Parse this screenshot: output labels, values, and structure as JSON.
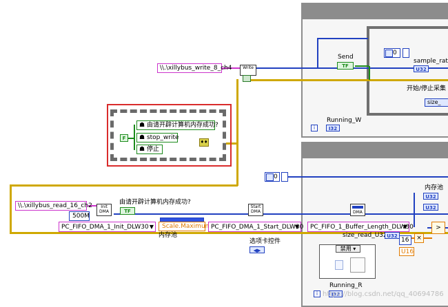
{
  "paths": {
    "write_path": "\\\\.\\xillybus_write_8_ch4",
    "read_path": "\\\\.\\xillybus_read_16_ch2"
  },
  "labels": {
    "send": "Send",
    "sample_rate": "sample_rate",
    "start_stop": "开始/停止采集",
    "size_label": "size_",
    "running_w": "Running_W",
    "running_r": "Running_R",
    "alloc_success": "由请开辟计算机内存成功?",
    "memory_pool": "内存池",
    "memory_pool_right": "内存池",
    "card_control": "选项卡控件",
    "size_read": "size_read_U32",
    "scale_max": "Scale.Maximum",
    "mem_500": "500M",
    "disable": "禁用"
  },
  "cluster": {
    "items": [
      "由请开辟计算机内存成功?",
      "stop_write",
      "停止"
    ]
  },
  "rings": {
    "init": "PC_FIFO_DMA_1_Init_DLW30",
    "start": "PC_FIFO_DMA_1_Start_DLW30",
    "buffer_len": "PC_FIFO_1_Buffer_Length_DLW30"
  },
  "constants": {
    "zero_top": "0",
    "zero_mid": "0",
    "sixteen": "16",
    "u16": "U16"
  },
  "terminals": {
    "tf": "TF",
    "u32": "U32",
    "i32": "I32"
  },
  "subvis": {
    "write_top": "Write",
    "init": "Init DMA",
    "start": "Start DMA",
    "buffer": "DMA"
  },
  "watermark": "https://blog.csdn.net/qq_40694786"
}
